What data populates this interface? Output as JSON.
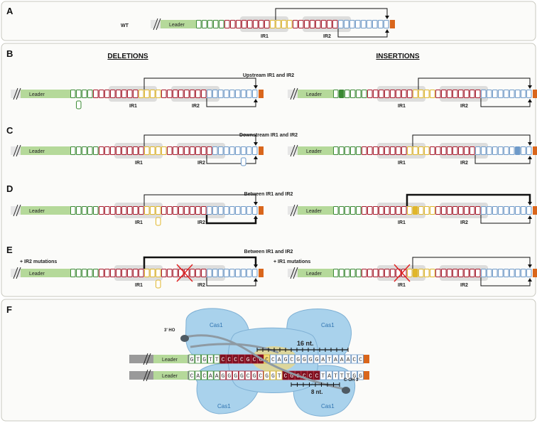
{
  "panels": {
    "A": {
      "letter": "A",
      "wt_label": "WT"
    },
    "B": {
      "letter": "B",
      "title": "Upstream IR1 and IR2"
    },
    "C": {
      "letter": "C",
      "title": "Downstream IR1 and IR2"
    },
    "D": {
      "letter": "D",
      "title": "Between IR1 and IR2"
    },
    "E": {
      "letter": "E",
      "title": "Between IR1 and IR2",
      "left_note": "+ IR2 mutations",
      "right_note": "+ IR1 mutations"
    },
    "F": {
      "letter": "F"
    }
  },
  "headers": {
    "deletions": "DELETIONS",
    "insertions": "INSERTIONS"
  },
  "labels": {
    "leader": "Leader",
    "ir1": "IR1",
    "ir2": "IR2"
  },
  "panel_f": {
    "cas_label": "Cas1",
    "end_5": "3' HO",
    "end_3": "C-OH 3'",
    "span_16": "16 nt.",
    "span_8": "8 nt.",
    "top_seq": "GTGTTCCCCGCGCCAGCGGGGATAAACC",
    "bottom_seq": "CACAAGGGGCGCGGTCGCCCCTATTTGG"
  },
  "colors": {
    "leader": "#b5d99a",
    "track": "#e6e6e6",
    "green": "#3a8a33",
    "red": "#a8182a",
    "yellow": "#e0b62a",
    "blue": "#6e9ac9",
    "spacer": "#d9661c",
    "cas": "#a9d2ec"
  }
}
